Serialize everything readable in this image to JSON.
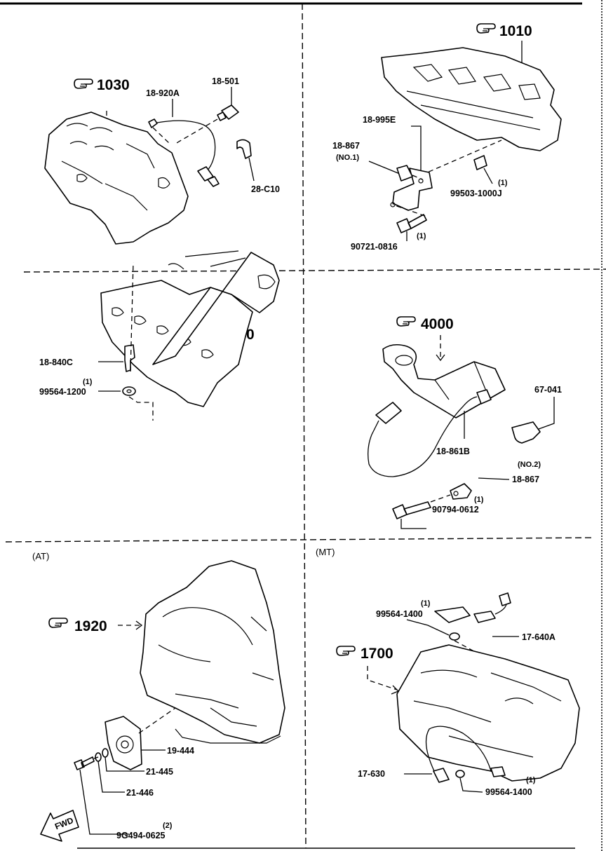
{
  "sections": {
    "at_label": "(AT)",
    "mt_label": "(MT)"
  },
  "references": {
    "ref_1030": "1030",
    "ref_1010": "1010",
    "ref_1300": "1300",
    "ref_4000": "4000",
    "ref_1920": "1920",
    "ref_1700": "1700"
  },
  "parts": {
    "p18_920A": "18-920A",
    "p18_501": "18-501",
    "p28_C10": "28-C10",
    "p18_995E": "18-995E",
    "p18_867_no1": "18-867",
    "p18_867_no1_note": "(NO.1)",
    "p99503_1000J": "99503-1000J",
    "p99503_1000J_qty": "(1)",
    "p90721_0816": "90721-0816",
    "p90721_0816_qty": "(1)",
    "p18_840C": "18-840C",
    "p99564_1200": "99564-1200",
    "p99564_1200_qty": "(1)",
    "p67_041": "67-041",
    "p18_861B": "18-861B",
    "p18_867_no2": "18-867",
    "p18_867_no2_note": "(NO.2)",
    "p90794_0612": "90794-0612",
    "p90794_0612_qty": "(1)",
    "p19_444": "19-444",
    "p21_445": "21-445",
    "p21_446": "21-446",
    "p9G494_0625": "9G494-0625",
    "p9G494_0625_qty": "(2)",
    "p99564_1400_a": "99564-1400",
    "p99564_1400_a_qty": "(1)",
    "p17_640A": "17-640A",
    "p17_630": "17-630",
    "p99564_1400_b": "99564-1400",
    "p99564_1400_b_qty": "(1)"
  },
  "fwd_label": "FWD",
  "icons": {
    "reference_pointer": "pointing-hand-icon",
    "forward_arrow": "fwd-arrow-icon"
  }
}
